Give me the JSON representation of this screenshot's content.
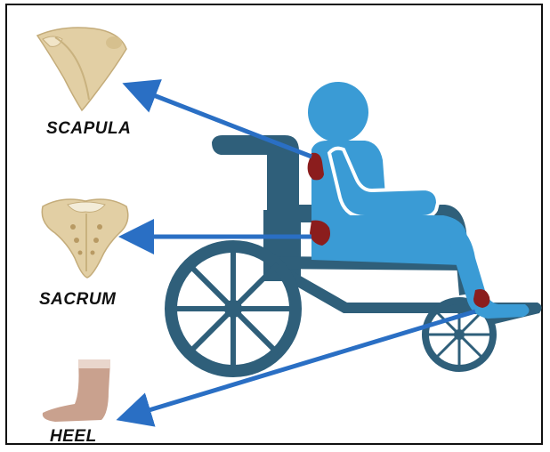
{
  "labels": {
    "scapula": "SCAPULA",
    "sacrum": "SACRUM",
    "heel": "HEEL"
  },
  "colors": {
    "wheelchair": "#2f5f7a",
    "person": "#3a9bd5",
    "pressure_sore": "#8b1d1d",
    "arrow": "#2a6fc4",
    "bone": "#e2cfa4",
    "skin": "#c9a18e"
  },
  "icons": [
    "scapula-bone-icon",
    "sacrum-bone-icon",
    "heel-foot-icon",
    "wheelchair-user-icon"
  ]
}
